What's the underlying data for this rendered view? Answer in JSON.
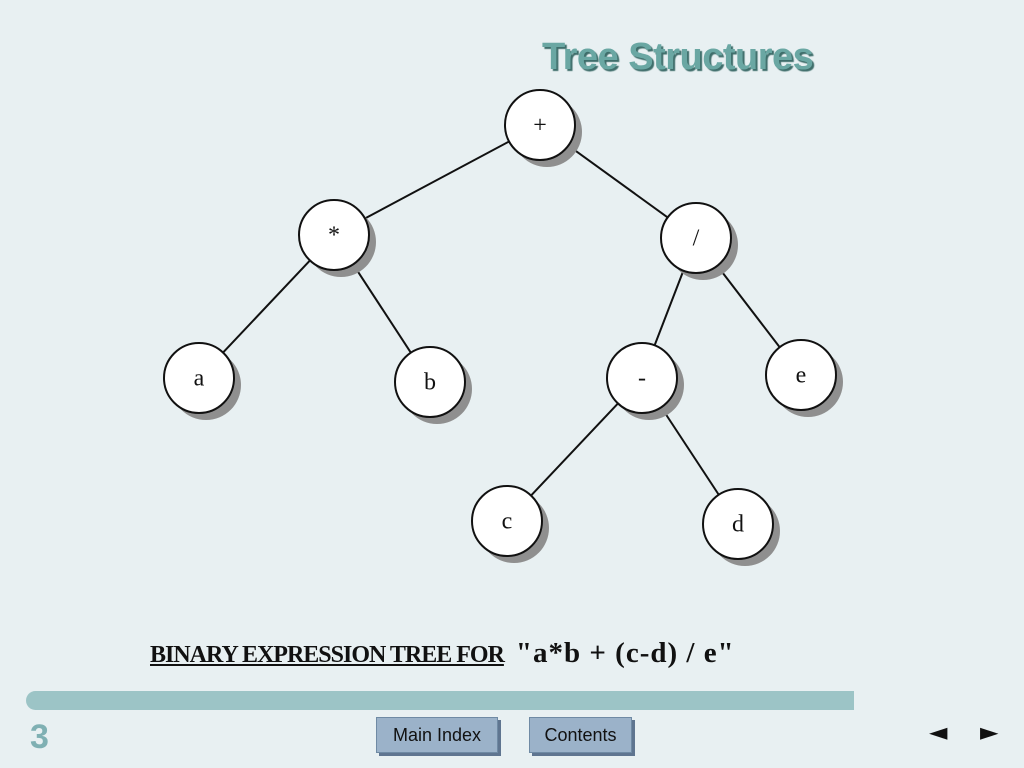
{
  "title": "Tree Structures",
  "tree": {
    "nodes": [
      {
        "id": "plus",
        "label": "+"
      },
      {
        "id": "times",
        "label": "*"
      },
      {
        "id": "div",
        "label": "/"
      },
      {
        "id": "a",
        "label": "a"
      },
      {
        "id": "b",
        "label": "b"
      },
      {
        "id": "minus",
        "label": "-"
      },
      {
        "id": "e",
        "label": "e"
      },
      {
        "id": "c",
        "label": "c"
      },
      {
        "id": "d",
        "label": "d"
      }
    ],
    "edges": [
      [
        "plus",
        "times"
      ],
      [
        "plus",
        "div"
      ],
      [
        "times",
        "a"
      ],
      [
        "times",
        "b"
      ],
      [
        "div",
        "minus"
      ],
      [
        "div",
        "e"
      ],
      [
        "minus",
        "c"
      ],
      [
        "minus",
        "d"
      ]
    ]
  },
  "caption": {
    "lead": "BINARY EXPRESSION TREE FOR",
    "expression": "\"a*b + (c-d) / e\""
  },
  "footer": {
    "page_number": "3",
    "main_index_label": "Main Index",
    "contents_label": "Contents",
    "prev_arrow": "◄",
    "next_arrow": "►"
  }
}
